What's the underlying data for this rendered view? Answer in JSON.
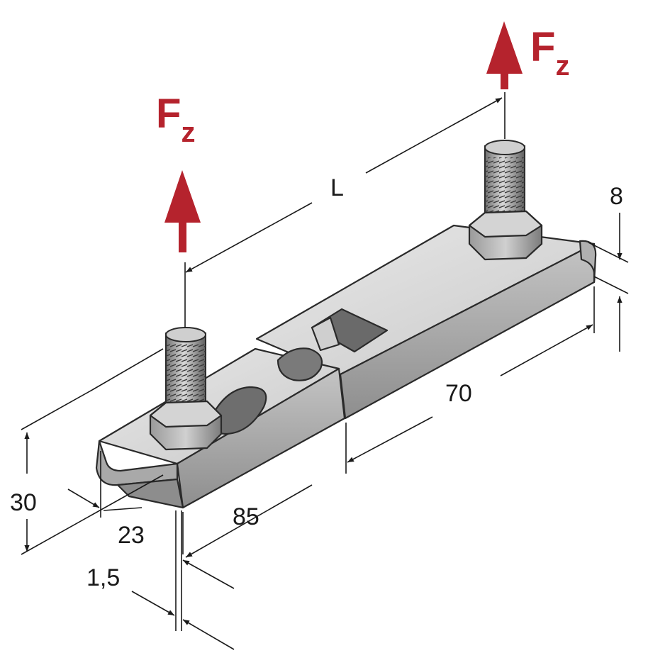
{
  "forces": [
    {
      "symbol": "F",
      "subscript": "z"
    },
    {
      "symbol": "F",
      "subscript": "z"
    }
  ],
  "dimensions": {
    "L": "L",
    "length_70": "70",
    "length_85": "85",
    "width_23": "23",
    "height_30": "30",
    "stud_8": "8",
    "thickness": "1,5"
  },
  "colors": {
    "force_red": "#b5232d",
    "steel_light": "#dcdcdc",
    "steel_mid": "#bdbdbd",
    "steel_dark": "#8f8f8f"
  }
}
